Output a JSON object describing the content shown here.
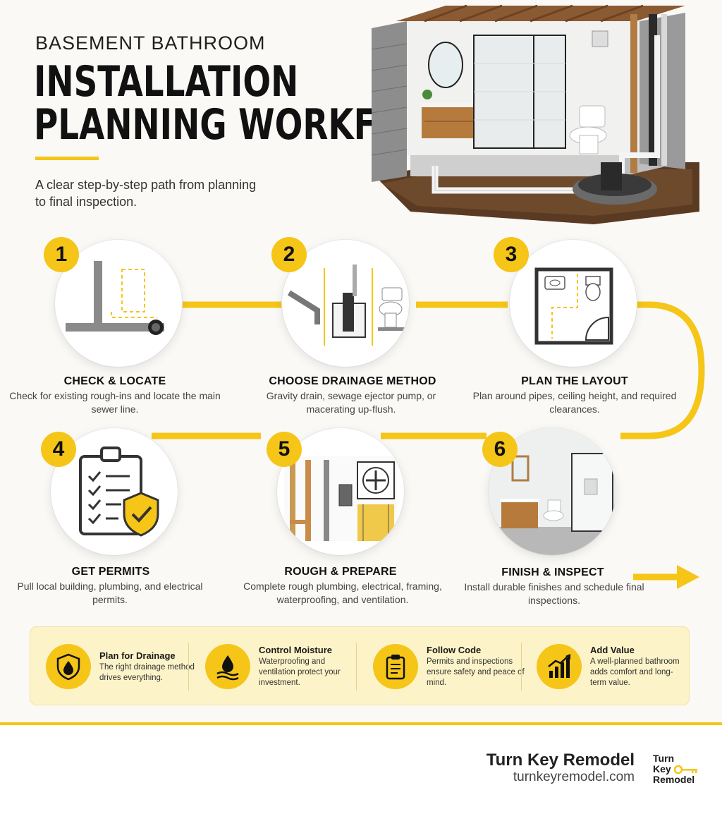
{
  "header": {
    "eyebrow": "BASEMENT BATHROOM",
    "title_line1": "INSTALLATION",
    "title_line2": "PLANNING WORKFLOW",
    "subtitle": "A clear step-by-step path from planning to final inspection."
  },
  "steps": [
    {
      "number": "1",
      "title": "CHECK & LOCATE",
      "desc": "Check for existing rough-ins and locate the main sewer line."
    },
    {
      "number": "2",
      "title": "CHOOSE DRAINAGE METHOD",
      "desc": "Gravity drain, sewage ejector pump, or macerating up-flush."
    },
    {
      "number": "3",
      "title": "PLAN THE LAYOUT",
      "desc": "Plan around pipes, ceiling height, and required clearances."
    },
    {
      "number": "4",
      "title": "GET PERMITS",
      "desc": "Pull local building, plumbing, and electrical permits."
    },
    {
      "number": "5",
      "title": "ROUGH & PREPARE",
      "desc": "Complete rough plumbing, electrical, framing, waterproofing, and ventilation."
    },
    {
      "number": "6",
      "title": "FINISH & INSPECT",
      "desc": "Install durable finishes and schedule final inspections."
    }
  ],
  "benefits": [
    {
      "icon": "shield-drop-icon",
      "title": "Plan for Drainage",
      "desc": "The right drainage method drives everything."
    },
    {
      "icon": "moisture-drop-icon",
      "title": "Control Moisture",
      "desc": "Waterproofing and ventilation protect your investment."
    },
    {
      "icon": "clipboard-icon",
      "title": "Follow Code",
      "desc": "Permits and inspections ensure safety and peace of mind."
    },
    {
      "icon": "growth-chart-icon",
      "title": "Add Value",
      "desc": "A well-planned bathroom adds comfort and long-term value."
    }
  ],
  "footer": {
    "brand_name": "Turn Key Remodel",
    "brand_url": "turnkeyremodel.com",
    "logo_line1": "Turn",
    "logo_line2": "Key",
    "logo_line3": "Remodel"
  },
  "colors": {
    "accent": "#f5c518",
    "panel": "#fdf3c9",
    "text": "#111111"
  }
}
